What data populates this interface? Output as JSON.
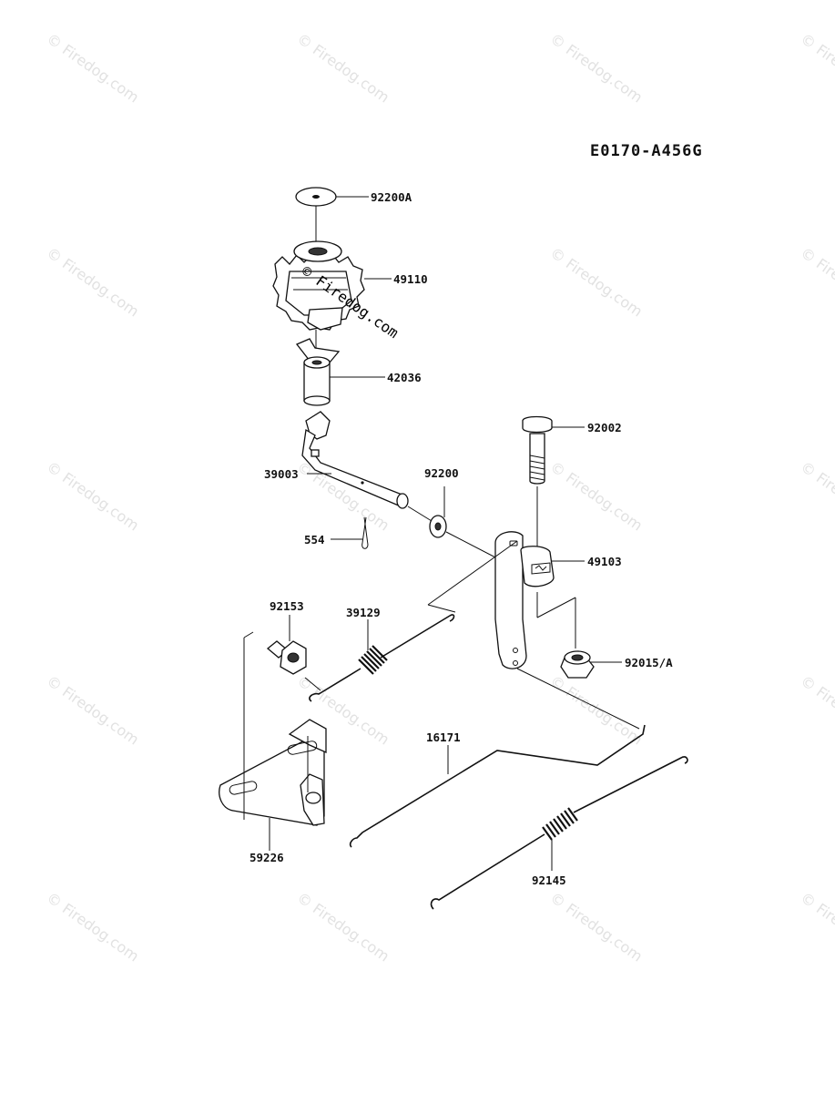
{
  "diagram_code": "E0170-A456G",
  "watermark_text": "© Firedog.com",
  "parts": [
    {
      "id": "washer-top",
      "label": "92200A"
    },
    {
      "id": "gear",
      "label": "49110"
    },
    {
      "id": "shaft",
      "label": "42036"
    },
    {
      "id": "lever-shaft",
      "label": "39003"
    },
    {
      "id": "washer",
      "label": "92200"
    },
    {
      "id": "pin",
      "label": "554"
    },
    {
      "id": "bolt",
      "label": "92002"
    },
    {
      "id": "lever-arm",
      "label": "49103"
    },
    {
      "id": "bolt-small",
      "label": "92153"
    },
    {
      "id": "spring-small",
      "label": "39129"
    },
    {
      "id": "nut",
      "label": "92015/A"
    },
    {
      "id": "rod",
      "label": "16171"
    },
    {
      "id": "bracket",
      "label": "59226"
    },
    {
      "id": "spring-rod",
      "label": "92145"
    }
  ]
}
